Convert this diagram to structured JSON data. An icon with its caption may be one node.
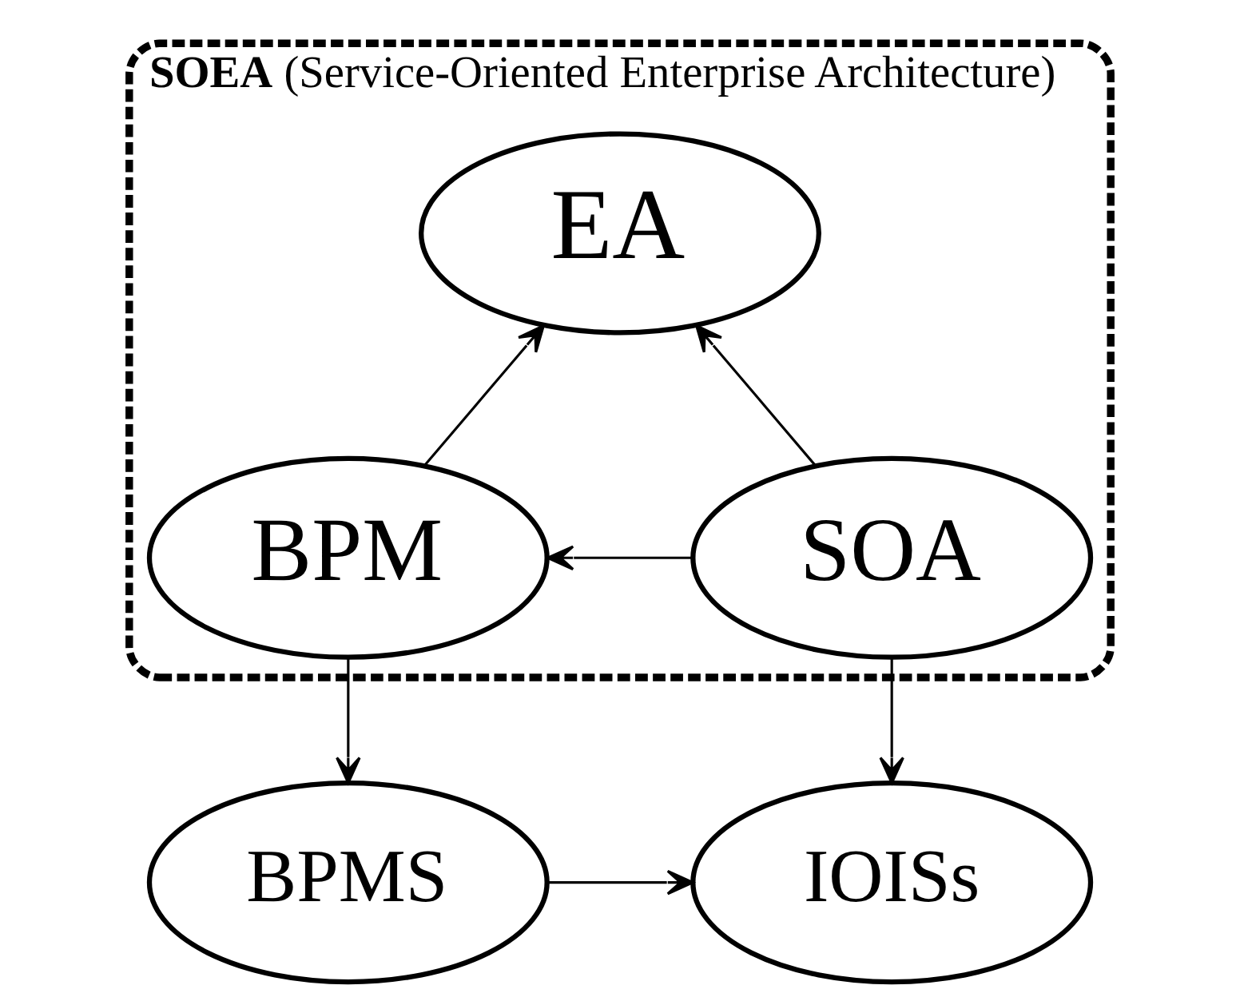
{
  "diagram": {
    "nodes": [
      {
        "text": [
          "**SOEA** (Service-Oriented Enterprise Architecture)"
        ]
      },
      {
        "text": [
          "EA"
        ],
        "in": 0
      },
      {
        "text": [
          "BPM"
        ],
        "in": 0
      },
      {
        "text": [
          "SOA"
        ],
        "in": 0
      },
      {
        "text": [
          "BPMS"
        ]
      },
      {
        "text": [
          "IOISs"
        ]
      }
    ],
    "edges": [
      {
        "from": 2,
        "to": 1,
        "arrow": "to"
      },
      {
        "from": 3,
        "to": 1,
        "arrow": "to"
      },
      {
        "from": 3,
        "to": 2,
        "arrow": "to"
      },
      {
        "from": 2,
        "to": 4,
        "arrow": "to"
      },
      {
        "from": 3,
        "to": 5,
        "arrow": "to"
      },
      {
        "from": 4,
        "to": 5,
        "arrow": "to"
      }
    ]
  }
}
